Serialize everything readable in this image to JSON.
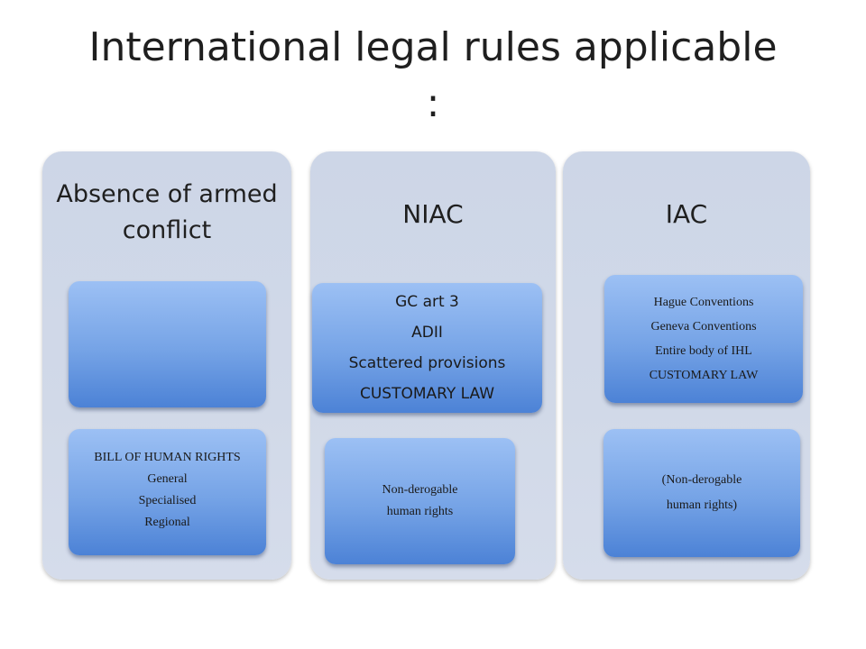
{
  "slide": {
    "title_line1": "International legal rules applicable",
    "title_line2": ":"
  },
  "columns": [
    {
      "heading": "Absence of armed conflict",
      "boxes": [
        {
          "lines": []
        },
        {
          "lines": [
            "BILL OF HUMAN RIGHTS",
            "General",
            "Specialised",
            "Regional"
          ]
        }
      ]
    },
    {
      "heading": "NIAC",
      "boxes": [
        {
          "lines": [
            "GC art 3",
            "ADII",
            "Scattered provisions",
            "CUSTOMARY LAW"
          ]
        },
        {
          "lines": [
            "Non-derogable",
            "human rights"
          ]
        }
      ]
    },
    {
      "heading": "IAC",
      "boxes": [
        {
          "lines": [
            "Hague Conventions",
            "Geneva Conventions",
            "Entire body of IHL",
            "CUSTOMARY LAW"
          ]
        },
        {
          "lines": [
            "(Non-derogable",
            "human rights)"
          ]
        }
      ]
    }
  ],
  "colors": {
    "column_bg": "#d1d9e8",
    "box_top": "#9cc0f4",
    "box_bottom": "#4c82d6",
    "text": "#1f1f1f"
  }
}
